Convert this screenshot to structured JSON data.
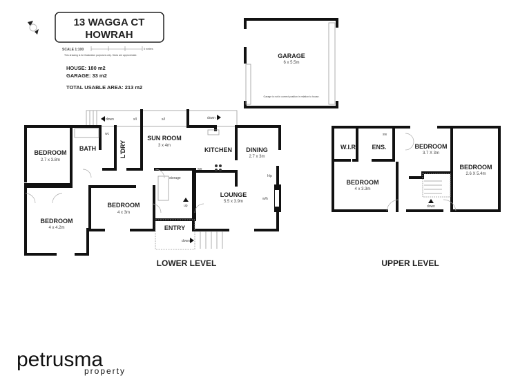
{
  "header": {
    "address_line1": "13 WAGGA CT",
    "address_line2": "HOWRAH",
    "scale": "SCALE 1:100",
    "scale_unit": "5 metres",
    "disclaimer": "This drawing is for illustration purposes only. Sizes are approximate."
  },
  "areas": {
    "house": "HOUSE: 180 m2",
    "garage": "GARAGE: 33 m2",
    "total": "TOTAL USABLE AREA: 213 m2"
  },
  "garage": {
    "label": "GARAGE",
    "dims": "6 x 5.5m",
    "note": "Garage is not in correct position in relation to house."
  },
  "lower": {
    "title": "LOWER LEVEL",
    "rooms": [
      {
        "label": "BEDROOM",
        "dims": "2.7 x 3.8m"
      },
      {
        "label": "BATH"
      },
      {
        "label": "L'DRY"
      },
      {
        "label": "SUN ROOM",
        "dims": "3 x 4m"
      },
      {
        "label": "KITCHEN"
      },
      {
        "label": "DINING",
        "dims": "2.7 x 3m"
      },
      {
        "label": "LOUNGE",
        "dims": "5.5 x 3.9m"
      },
      {
        "label": "BEDROOM",
        "dims": "4 x 3m"
      },
      {
        "label": "BEDROOM",
        "dims": "4 x 4.2m"
      },
      {
        "label": "ENTRY"
      }
    ],
    "annotations": {
      "wc": "wc",
      "storage": "storage",
      "wo": "wo",
      "hp": "h/p",
      "wh": "w/h",
      "down1": "down",
      "down2": "down",
      "down3": "down",
      "up": "up",
      "sl1": "s/l",
      "sl2": "s/l"
    }
  },
  "upper": {
    "title": "UPPER LEVEL",
    "rooms": [
      {
        "label": "W.I.R"
      },
      {
        "label": "ENS."
      },
      {
        "label": "BEDROOM",
        "dims": "3.7 X 3m"
      },
      {
        "label": "BEDROOM",
        "dims": "2.6 X 5.4m"
      },
      {
        "label": "BEDROOM",
        "dims": "4 x 3.3m"
      }
    ],
    "annotations": {
      "sw": "sw",
      "down": "down"
    }
  },
  "brand": {
    "name": "petrusma",
    "sub": "property"
  }
}
